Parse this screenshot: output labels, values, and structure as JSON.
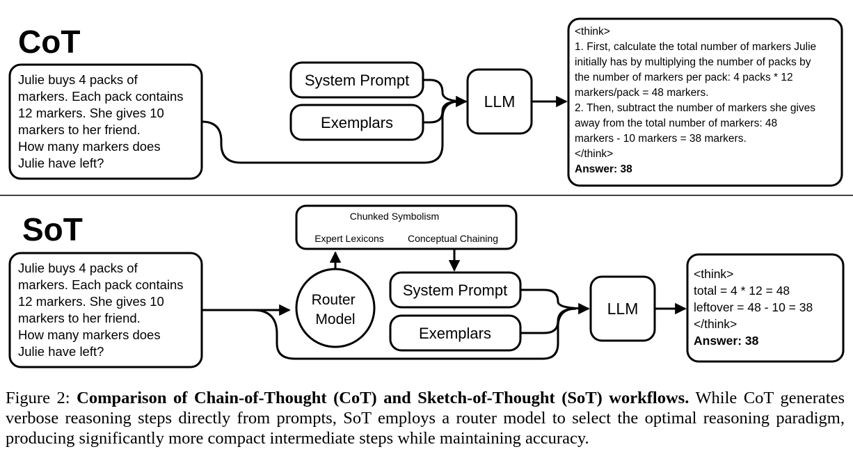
{
  "cot": {
    "title": "CoT",
    "question": [
      "Julie buys 4 packs of",
      "markers. Each pack contains",
      "12 markers. She gives 10",
      "markers to her friend.",
      "How many markers does",
      "Julie have left?"
    ],
    "system_prompt": "System Prompt",
    "exemplars": "Exemplars",
    "llm": "LLM",
    "output": [
      "<think>",
      "1. First, calculate the total number of markers Julie",
      "initially has by multiplying the number of packs by",
      "the number of markers per pack: 4 packs * 12",
      "markers/pack = 48 markers.",
      "2. Then, subtract the number of markers she gives",
      "away from the total number of markers: 48",
      "markers - 10 markers = 38 markers.",
      "</think>"
    ],
    "answer": "Answer: 38"
  },
  "sot": {
    "title": "SoT",
    "question": [
      "Julie buys 4 packs of",
      "markers. Each pack contains",
      "12 markers. She gives 10",
      "markers to her friend.",
      "How many markers does",
      "Julie have left?"
    ],
    "paradigms": {
      "chunked": "Chunked Symbolism",
      "expert": "Expert Lexicons",
      "conceptual": "Conceptual Chaining"
    },
    "router": [
      "Router",
      "Model"
    ],
    "system_prompt": "System Prompt",
    "exemplars": "Exemplars",
    "llm": "LLM",
    "output": [
      "<think>",
      "total = 4 * 12 = 48",
      "leftover = 48 - 10 = 38",
      "</think>"
    ],
    "answer": "Answer: 38"
  },
  "caption": {
    "label": "Figure 2:",
    "bold": "Comparison of Chain-of-Thought (CoT) and Sketch-of-Thought (SoT) workflows.",
    "text": "While CoT generates verbose reasoning steps directly from prompts, SoT employs a router model to select the optimal reasoning paradigm, producing significantly more compact intermediate steps while maintaining accuracy."
  }
}
